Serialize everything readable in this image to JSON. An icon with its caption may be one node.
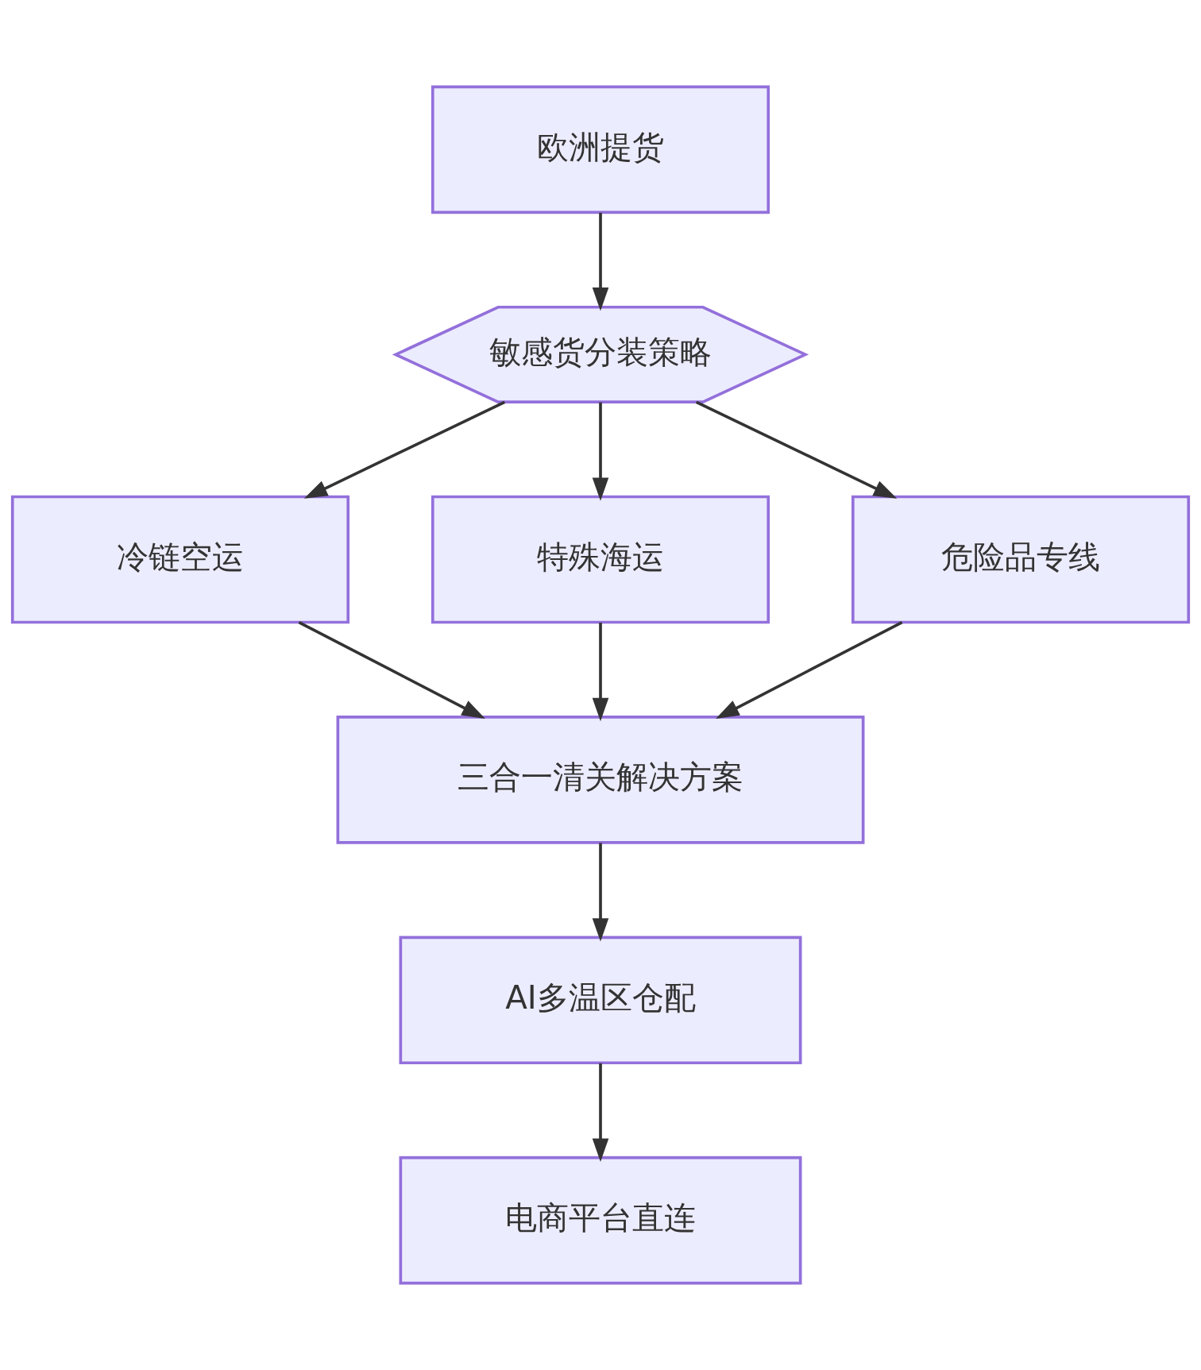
{
  "diagram": {
    "nodes": [
      {
        "text": [
          "欧洲提货"
        ]
      },
      {
        "text": [
          "敏感货分装策略"
        ]
      },
      {
        "text": [
          "冷链空运"
        ]
      },
      {
        "text": [
          "特殊海运"
        ]
      },
      {
        "text": [
          "危险品专线"
        ]
      },
      {
        "text": [
          "三合一清关解决方案"
        ]
      },
      {
        "text": [
          "AI多温区仓配"
        ]
      },
      {
        "text": [
          "电商平台直连"
        ]
      }
    ],
    "edges": [
      {
        "from": 0,
        "to": 1,
        "arrow": "to"
      },
      {
        "from": 1,
        "to": 2,
        "arrow": "to"
      },
      {
        "from": 1,
        "to": 3,
        "arrow": "to"
      },
      {
        "from": 1,
        "to": 4,
        "arrow": "to"
      },
      {
        "from": 2,
        "to": 5,
        "arrow": "to"
      },
      {
        "from": 3,
        "to": 5,
        "arrow": "to"
      },
      {
        "from": 4,
        "to": 5,
        "arrow": "to"
      },
      {
        "from": 5,
        "to": 6,
        "arrow": "to"
      },
      {
        "from": 6,
        "to": 7,
        "arrow": "to"
      }
    ]
  }
}
